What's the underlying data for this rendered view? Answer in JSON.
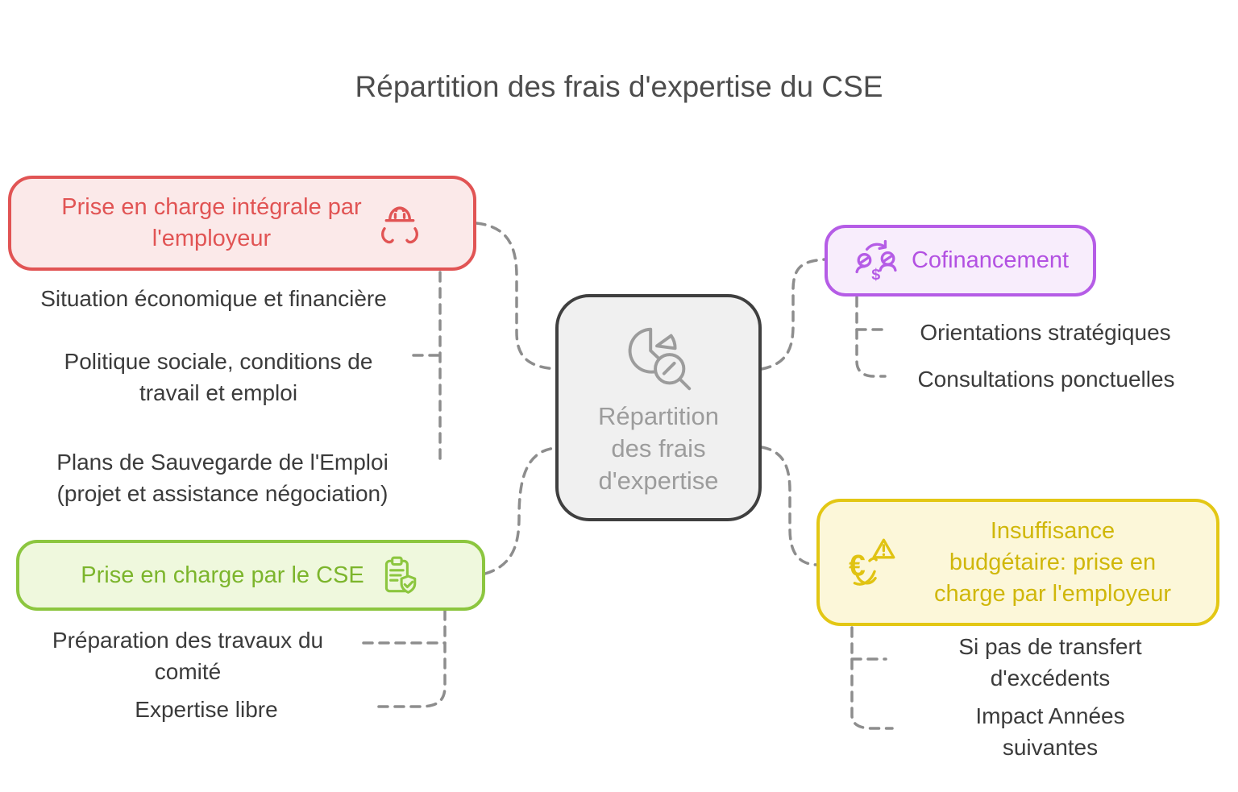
{
  "title": "Répartition des frais d'expertise du CSE",
  "center": {
    "label": "Répartition\ndes frais\nd'expertise",
    "icon": "pie-chart-magnifier-icon"
  },
  "branches": [
    {
      "id": "employer-full",
      "label": "Prise en charge intégrale par\nl'employeur",
      "icon": "hardhat-hands-icon",
      "color": "#e15454",
      "bg": "#fbe9e9",
      "children": [
        "Situation économique et financière",
        "Politique sociale, conditions de\ntravail et emploi",
        "Plans de Sauvegarde de l'Emploi\n(projet et assistance négociation)"
      ]
    },
    {
      "id": "cse",
      "label": "Prise en charge par le CSE",
      "icon": "clipboard-check-icon",
      "color": "#7cb52c",
      "bg": "#eff8dd",
      "children": [
        "Préparation des travaux du\ncomité",
        "Expertise libre"
      ]
    },
    {
      "id": "cofinancement",
      "label": "Cofinancement",
      "icon": "people-exchange-icon",
      "color": "#b351e2",
      "bg": "#f8edfc",
      "children": [
        "Orientations stratégiques",
        "Consultations ponctuelles"
      ]
    },
    {
      "id": "budget-insufficiency",
      "label": "Insuffisance\nbudgétaire: prise en\ncharge par l'employeur",
      "icon": "euro-warning-icon",
      "color": "#d0b70a",
      "bg": "#fcf7d9",
      "children": [
        "Si pas de transfert\nd'excédents",
        "Impact Années\nsuivantes"
      ]
    }
  ],
  "colors": {
    "center_border": "#3f3f3f",
    "center_bg": "#f0f0f0",
    "center_text": "#9c9c9c",
    "connector": "#8d8d8d",
    "item_text": "#3b3b3b",
    "title_text": "#4d4d4d"
  }
}
